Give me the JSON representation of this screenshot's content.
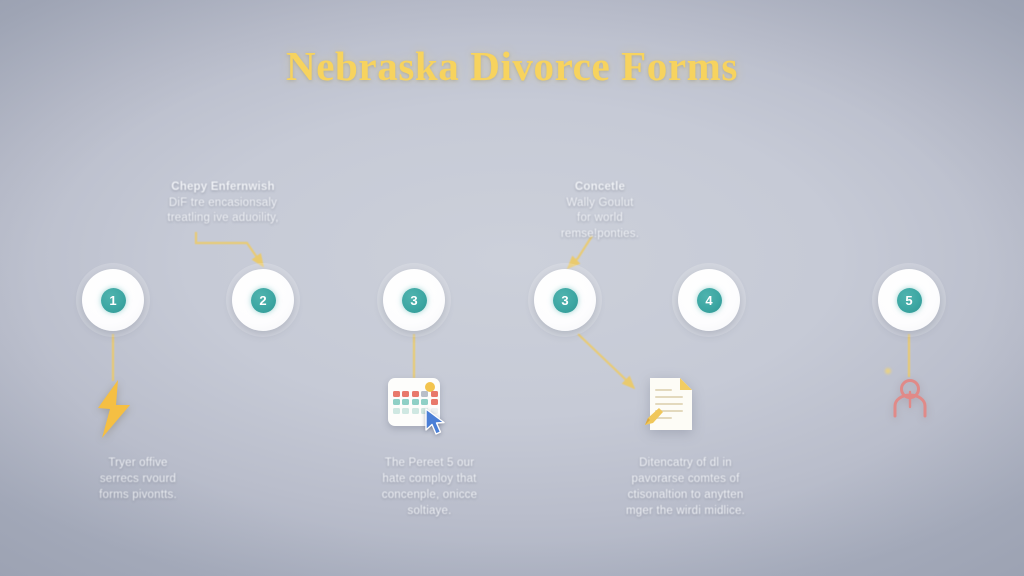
{
  "page": {
    "title": "Nebraska Divorce Forms",
    "background_color": "#c6cad6",
    "accent_color": "#f7d35e",
    "node_color": "#3da7a3",
    "text_color": "#f2f4f8"
  },
  "timeline": {
    "nodes": [
      {
        "label": "1",
        "name": "step-1"
      },
      {
        "label": "2",
        "name": "step-2"
      },
      {
        "label": "3",
        "name": "step-3"
      },
      {
        "label": "3",
        "name": "step-4"
      },
      {
        "label": "4",
        "name": "step-5"
      },
      {
        "label": "5",
        "name": "step-6"
      }
    ]
  },
  "callouts": {
    "top": [
      {
        "heading": "Chepy Enfernwish",
        "lines": [
          "DiF tre encasionsaly",
          "treatling ive aduoility,"
        ]
      },
      {
        "heading": "Concetle",
        "lines": [
          "Wally Goulut",
          "for world",
          "remse!ponties."
        ]
      }
    ],
    "bottom": [
      {
        "lines": [
          "Tryer offive",
          "serrecs rvourd",
          "forms pivontts."
        ]
      },
      {
        "lines": [
          "The Pereet 5 our",
          "hate comploy that",
          "concenple, onicce",
          "soltiaye."
        ]
      },
      {
        "lines": [
          "Ditencatry of dl in",
          "pavorarse comtes of",
          "ctisonaltion to anytten",
          "mger the wirdi midlice."
        ]
      }
    ]
  },
  "icons": [
    {
      "name": "lightning-bolt-icon",
      "color": "#f5bf43"
    },
    {
      "name": "calendar-icon",
      "color": "#fdfdfb"
    },
    {
      "name": "mouse-cursor-icon",
      "color": "#4b7fd6"
    },
    {
      "name": "document-icon",
      "color": "#fdfcf6"
    },
    {
      "name": "pencil-icon",
      "color": "#f0c75a"
    },
    {
      "name": "user-profile-icon",
      "color": "#e08a88"
    }
  ]
}
